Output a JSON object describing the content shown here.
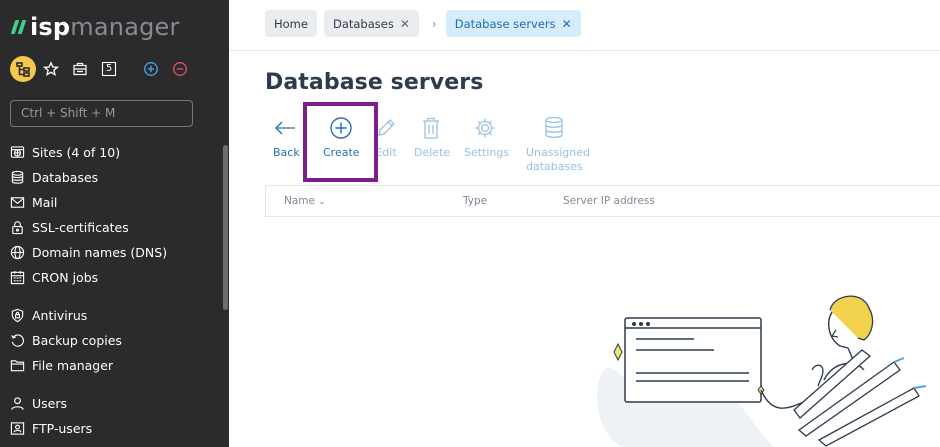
{
  "app": {
    "logo_isp": "isp",
    "logo_manager": "manager"
  },
  "sidebar": {
    "toolbar_badge": "5",
    "search_placeholder": "Ctrl + Shift + M",
    "items": [
      {
        "label": "Sites (4 of 10)",
        "icon": "globe-icon"
      },
      {
        "label": "Databases",
        "icon": "database-icon"
      },
      {
        "label": "Mail",
        "icon": "mail-icon"
      },
      {
        "label": "SSL-certificates",
        "icon": "lock-icon"
      },
      {
        "label": "Domain names (DNS)",
        "icon": "world-icon"
      },
      {
        "label": "CRON jobs",
        "icon": "calendar-icon"
      },
      {
        "label": "Antivirus",
        "icon": "shield-icon"
      },
      {
        "label": "Backup copies",
        "icon": "backup-icon"
      },
      {
        "label": "File manager",
        "icon": "folder-icon"
      },
      {
        "label": "Users",
        "icon": "user-icon"
      },
      {
        "label": "FTP-users",
        "icon": "ftp-user-icon"
      }
    ]
  },
  "breadcrumbs": [
    {
      "label": "Home"
    },
    {
      "label": "Databases",
      "close": "✕"
    },
    {
      "label": "Database servers",
      "close": "✕"
    }
  ],
  "breadcrumb_sep": "›",
  "page": {
    "title": "Database servers"
  },
  "toolbar": {
    "back": "Back",
    "create": "Create",
    "edit": "Edit",
    "delete": "Delete",
    "settings": "Settings",
    "unassigned_1": "Unassigned",
    "unassigned_2": "databases"
  },
  "table": {
    "columns": [
      "Name",
      "Type",
      "Server IP address"
    ],
    "sort_glyph": "⌄"
  },
  "colors": {
    "sidebar_bg": "#2b2b2e",
    "accent": "#1f6fb6",
    "highlight": "#7a1e8c",
    "logo_green": "#3fd18a",
    "yellow": "#f2c94c"
  }
}
